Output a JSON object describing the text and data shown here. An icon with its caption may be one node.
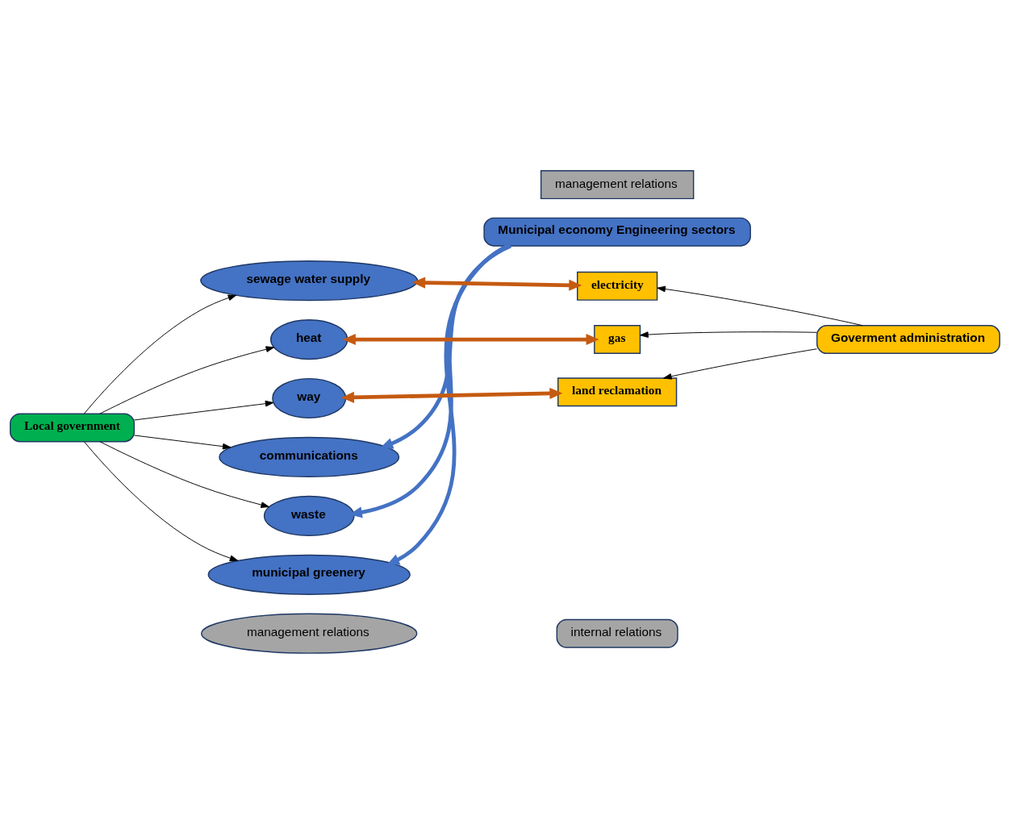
{
  "diagram": {
    "nodes": [
      {
        "text": [
          "Local government"
        ]
      },
      {
        "text": [
          "Municipal economy Engineering sectors"
        ]
      },
      {
        "text": [
          "Goverment administration"
        ]
      },
      {
        "text": [
          "sewage water supply"
        ]
      },
      {
        "text": [
          "heat"
        ]
      },
      {
        "text": [
          "way"
        ]
      },
      {
        "text": [
          "communications"
        ]
      },
      {
        "text": [
          "waste"
        ]
      },
      {
        "text": [
          "municipal greenery"
        ]
      },
      {
        "text": [
          "electricity"
        ]
      },
      {
        "text": [
          "gas"
        ]
      },
      {
        "text": [
          "land reclamation"
        ]
      },
      {
        "text": [
          "management relations"
        ]
      },
      {
        "text": [
          "internal relations"
        ]
      },
      {
        "text": [
          "management relations"
        ]
      }
    ],
    "edges": [
      {
        "from": 0,
        "to": 3,
        "arrow": "to"
      },
      {
        "from": 0,
        "to": 4,
        "arrow": "to"
      },
      {
        "from": 0,
        "to": 5,
        "arrow": "to"
      },
      {
        "from": 0,
        "to": 6,
        "arrow": "to"
      },
      {
        "from": 0,
        "to": 7,
        "arrow": "to"
      },
      {
        "from": 0,
        "to": 8,
        "arrow": "to"
      },
      {
        "from": 2,
        "to": 9,
        "arrow": "to"
      },
      {
        "from": 2,
        "to": 10,
        "arrow": "to"
      },
      {
        "from": 2,
        "to": 11,
        "arrow": "to"
      },
      {
        "from": 3,
        "to": 9,
        "arrow": "both",
        "style": "thick",
        "color": "#c55a11"
      },
      {
        "from": 4,
        "to": 10,
        "arrow": "both",
        "style": "thick",
        "color": "#c55a11"
      },
      {
        "from": 5,
        "to": 11,
        "arrow": "both",
        "style": "thick",
        "color": "#c55a11"
      },
      {
        "from": 1,
        "to": 6,
        "arrow": "to",
        "style": "thick",
        "color": "#4472c4"
      },
      {
        "from": 1,
        "to": 7,
        "arrow": "to",
        "style": "thick",
        "color": "#4472c4"
      },
      {
        "from": 1,
        "to": 8,
        "arrow": "to",
        "style": "thick",
        "color": "#4472c4"
      }
    ]
  }
}
